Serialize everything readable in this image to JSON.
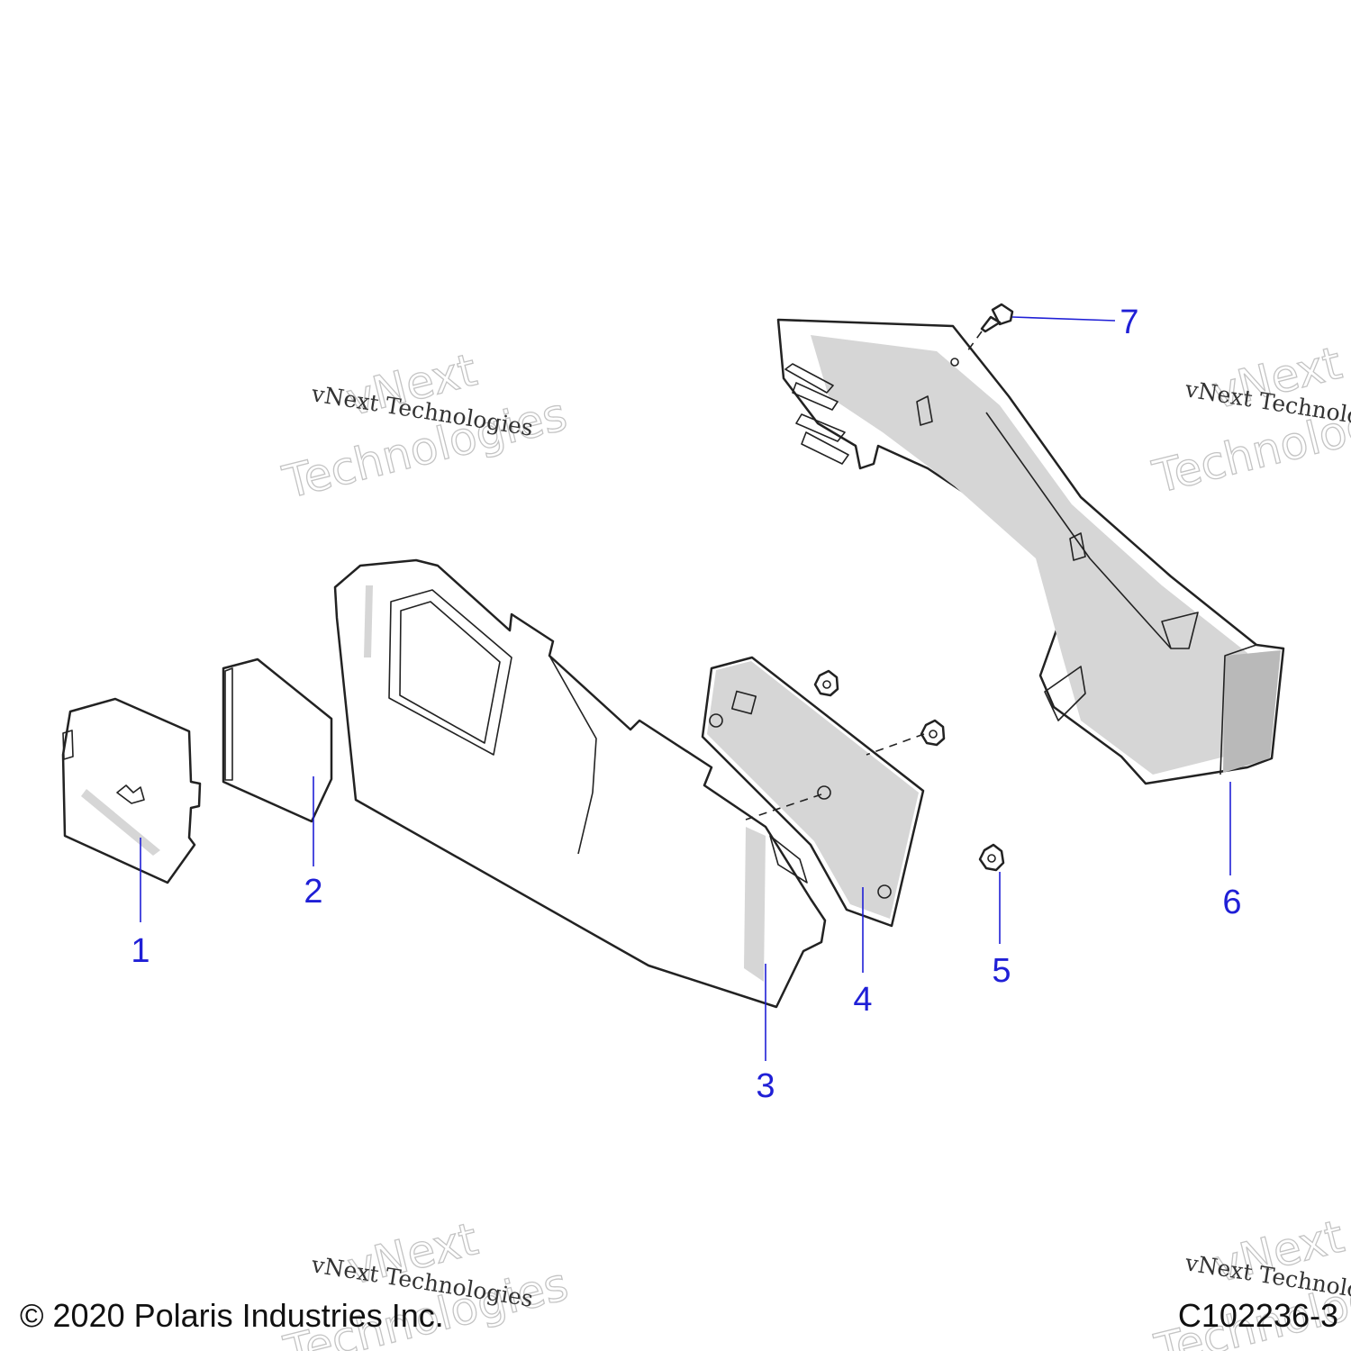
{
  "diagram": {
    "callouts": [
      {
        "label": "1"
      },
      {
        "label": "2"
      },
      {
        "label": "3"
      },
      {
        "label": "4"
      },
      {
        "label": "5"
      },
      {
        "label": "6"
      },
      {
        "label": "7"
      }
    ],
    "watermark": {
      "line1": "vNext",
      "line2": "Technologies",
      "caption": "vNext Technologies"
    },
    "footer": {
      "copyright": "© 2020 Polaris Industries Inc.",
      "drawing_number": "C102236-3"
    },
    "colors": {
      "callout": "#1f1fd6",
      "line": "#222222",
      "shade": "#d6d6d6"
    }
  }
}
